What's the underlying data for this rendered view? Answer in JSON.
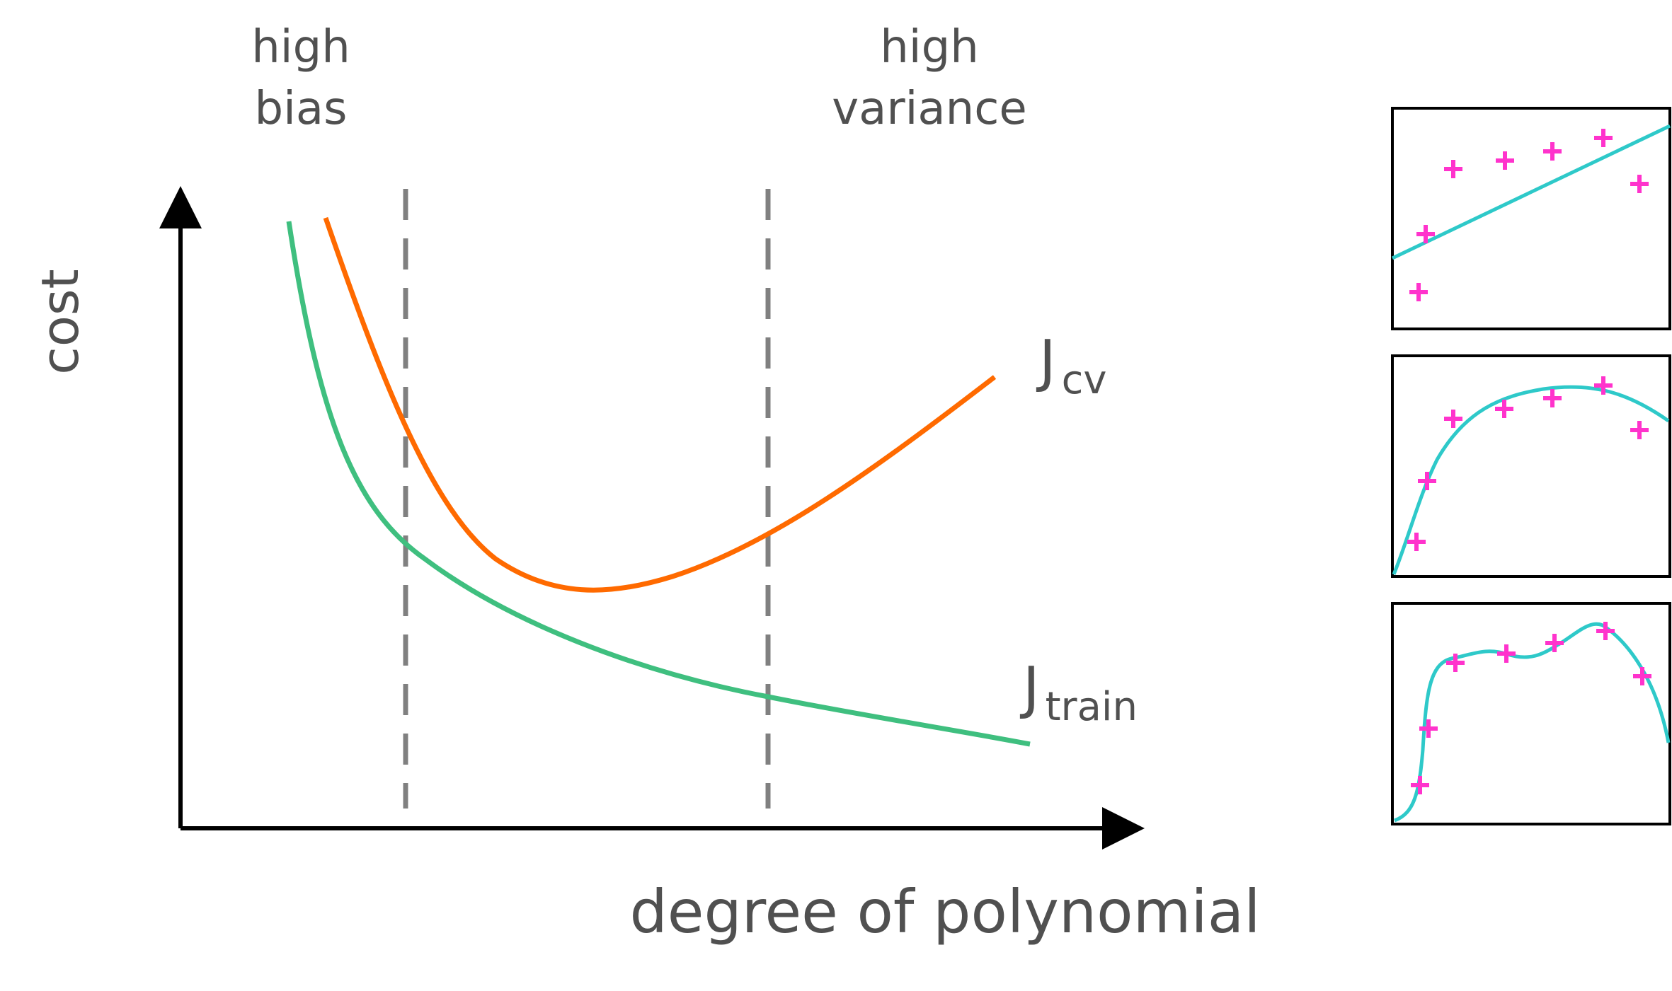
{
  "labels": {
    "high_bias_line1": "high",
    "high_bias_line2": "bias",
    "high_variance_line1": "high",
    "high_variance_line2": "variance",
    "y_axis": "cost",
    "x_axis": "degree of polynomial",
    "jcv_main": "J",
    "jcv_sub": "cv",
    "jtrain_main": "J",
    "jtrain_sub": "train"
  },
  "colors": {
    "axis": "#000000",
    "text": "#505050",
    "cv_curve": "#FF6A00",
    "train_curve": "#3FBF7F",
    "dashed_line": "#808080",
    "fit_curve": "#2EC9C9",
    "data_points": "#FF33CC",
    "panel_border": "#000000"
  },
  "icons": {
    "data_point": "plus-marker",
    "axis_end": "arrowhead"
  }
}
